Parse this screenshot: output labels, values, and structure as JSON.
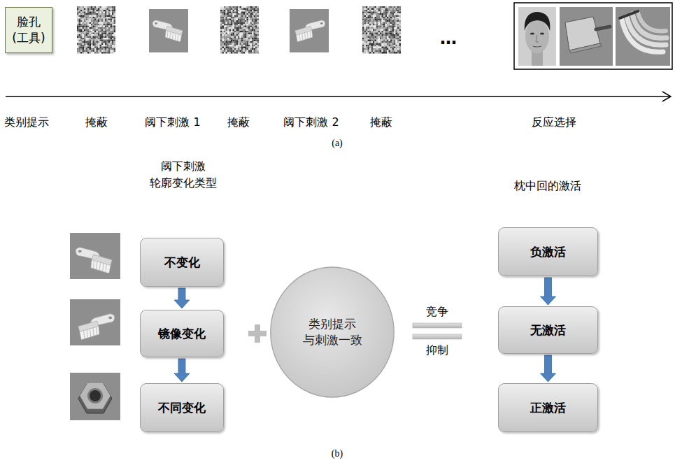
{
  "diagram": {
    "nodes": [
      {
        "text": [
          "脸孔 (工具)"
        ]
      },
      {
        "text": [
          "不变化"
        ]
      },
      {
        "text": [
          "镜像变化"
        ]
      },
      {
        "text": [
          "不同变化"
        ]
      },
      {
        "text": [
          "类别提示 与刺激一致"
        ]
      },
      {
        "text": [
          "负激活"
        ]
      },
      {
        "text": [
          "无激活"
        ]
      },
      {
        "text": [
          "正激活"
        ]
      }
    ],
    "edges": [
      {
        "from": 1,
        "to": 2,
        "arrow": "to"
      },
      {
        "from": 2,
        "to": 3,
        "arrow": "to"
      },
      {
        "from": 5,
        "to": 6,
        "arrow": "to"
      },
      {
        "from": 6,
        "to": 7,
        "arrow": "to"
      }
    ],
    "labels": [
      "类别提示",
      "掩蔽",
      "阈下刺激 1",
      "掩蔽",
      "阈下刺激 2",
      "掩蔽",
      "反应选择",
      "(a)",
      "…",
      "阈下刺激 轮廓变化类型",
      "枕中回的激活",
      "竞争",
      "抑制",
      "(b)"
    ]
  }
}
